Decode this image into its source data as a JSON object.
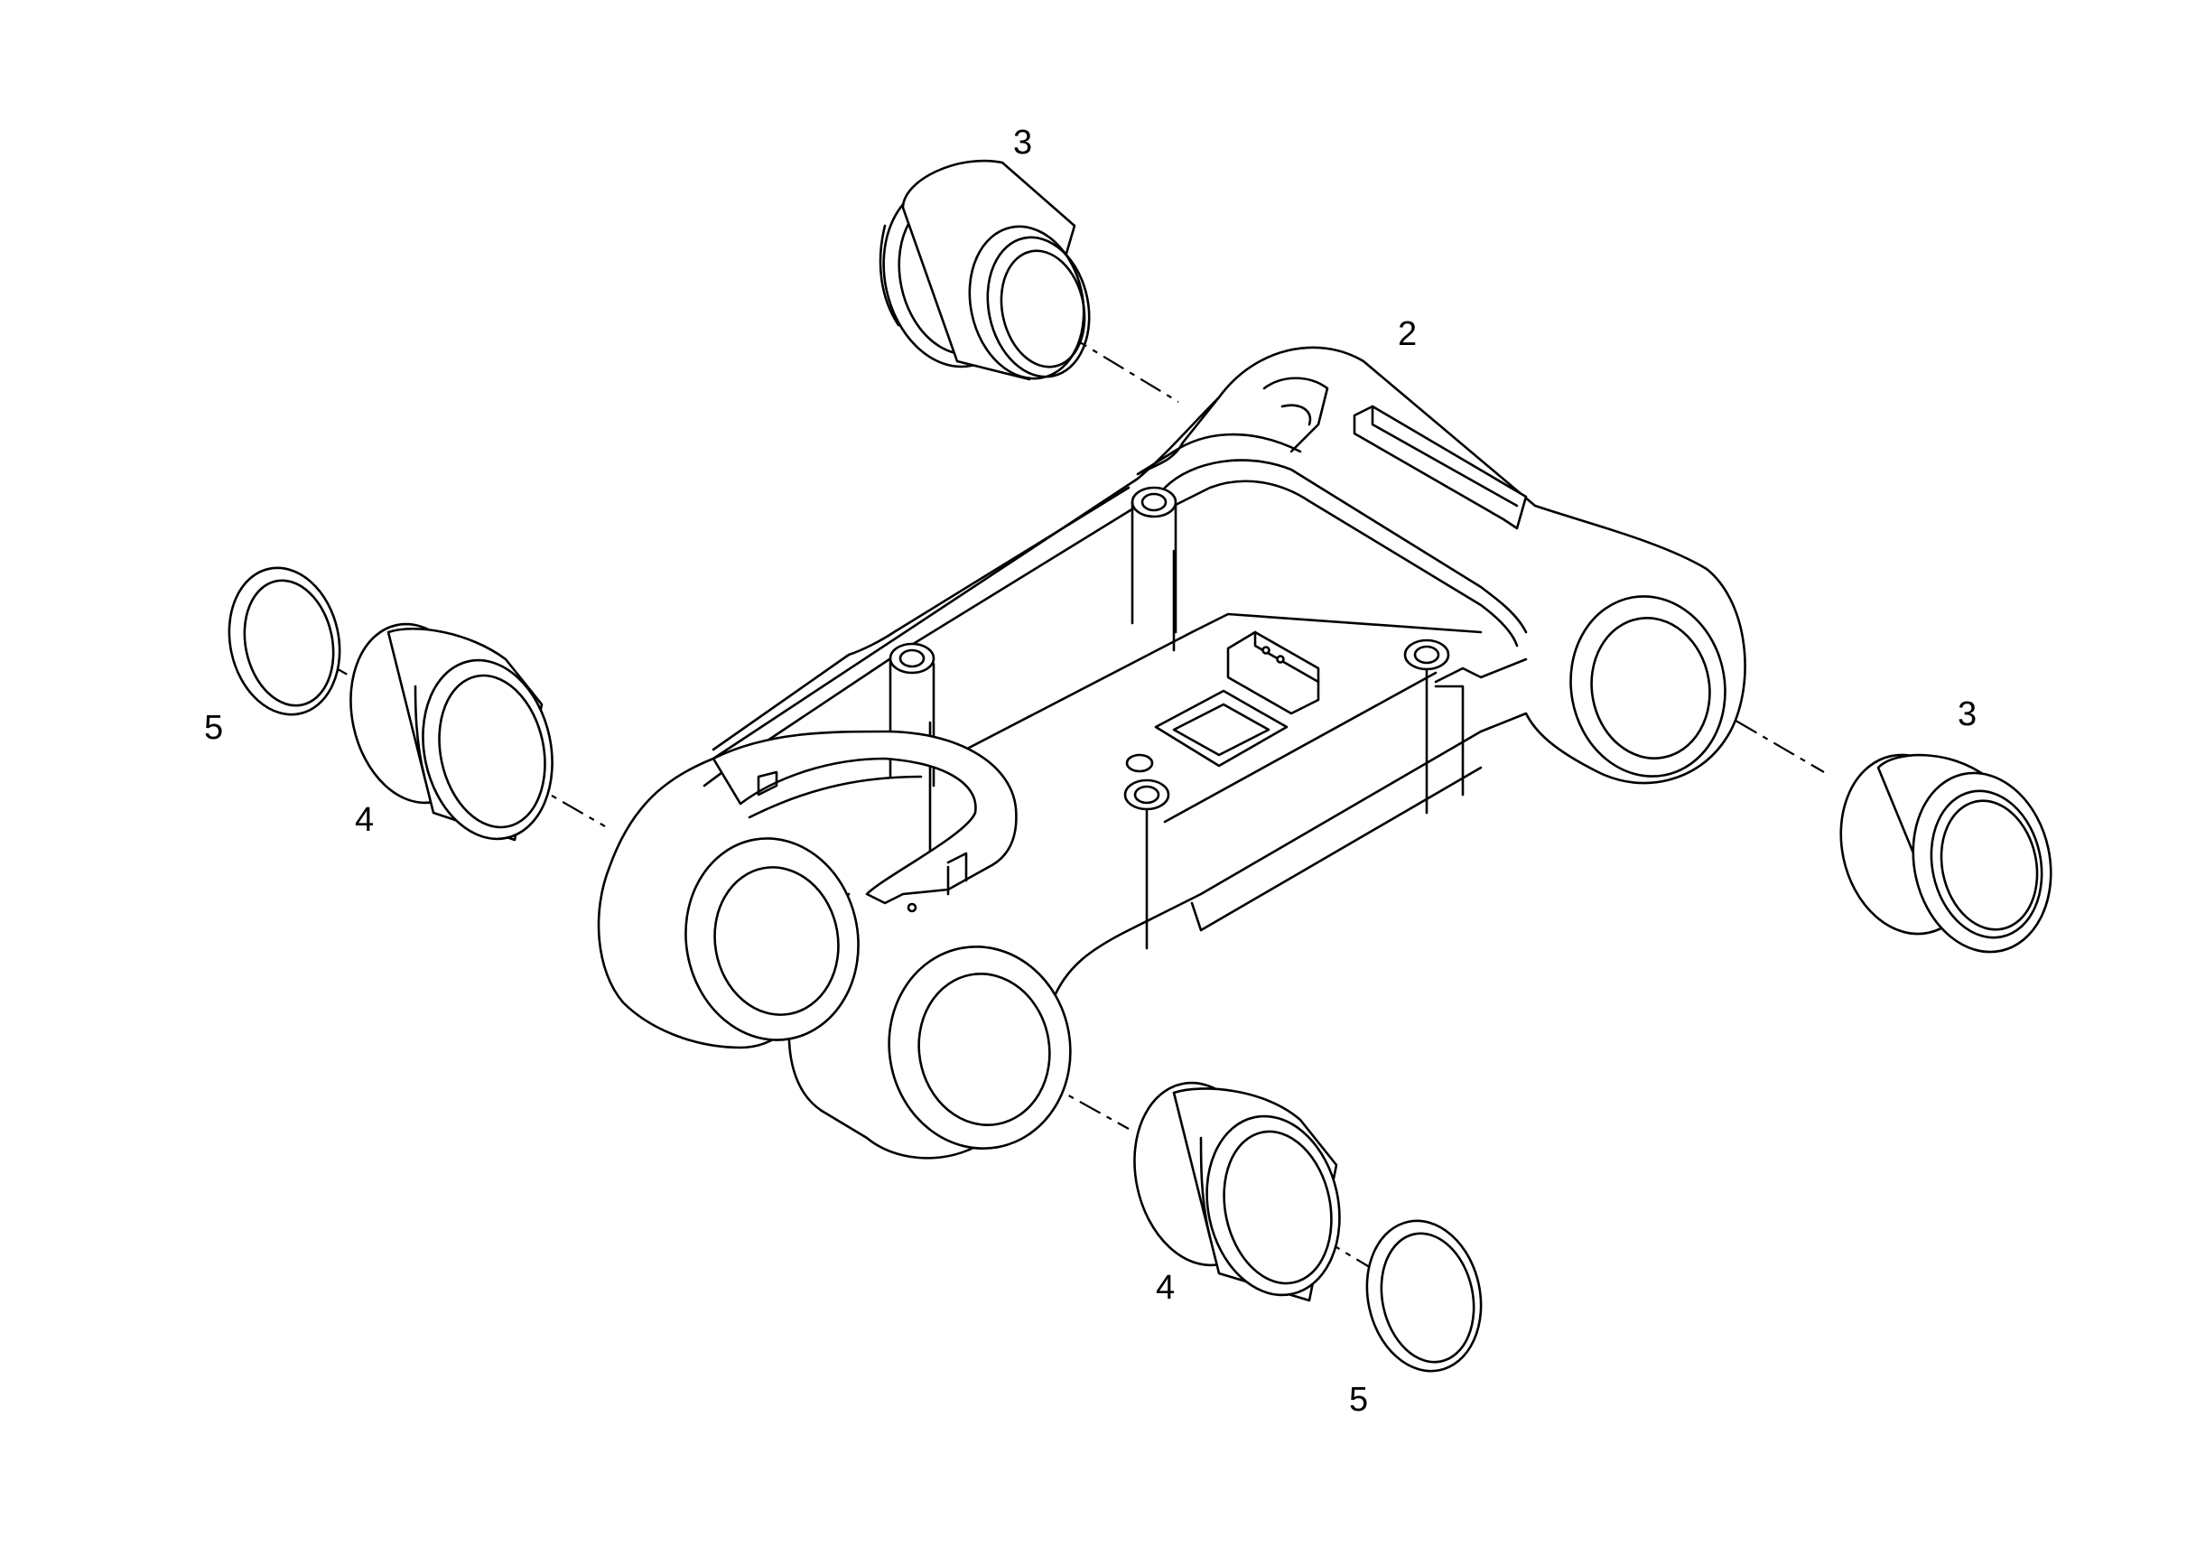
{
  "callouts": [
    {
      "id": "c3-top",
      "text": "3"
    },
    {
      "id": "c2",
      "text": "2"
    },
    {
      "id": "c3-right",
      "text": "3"
    },
    {
      "id": "c5-left",
      "text": "5"
    },
    {
      "id": "c4-left",
      "text": "4"
    },
    {
      "id": "c4-bottom",
      "text": "4"
    },
    {
      "id": "c5-bottom",
      "text": "5"
    }
  ]
}
